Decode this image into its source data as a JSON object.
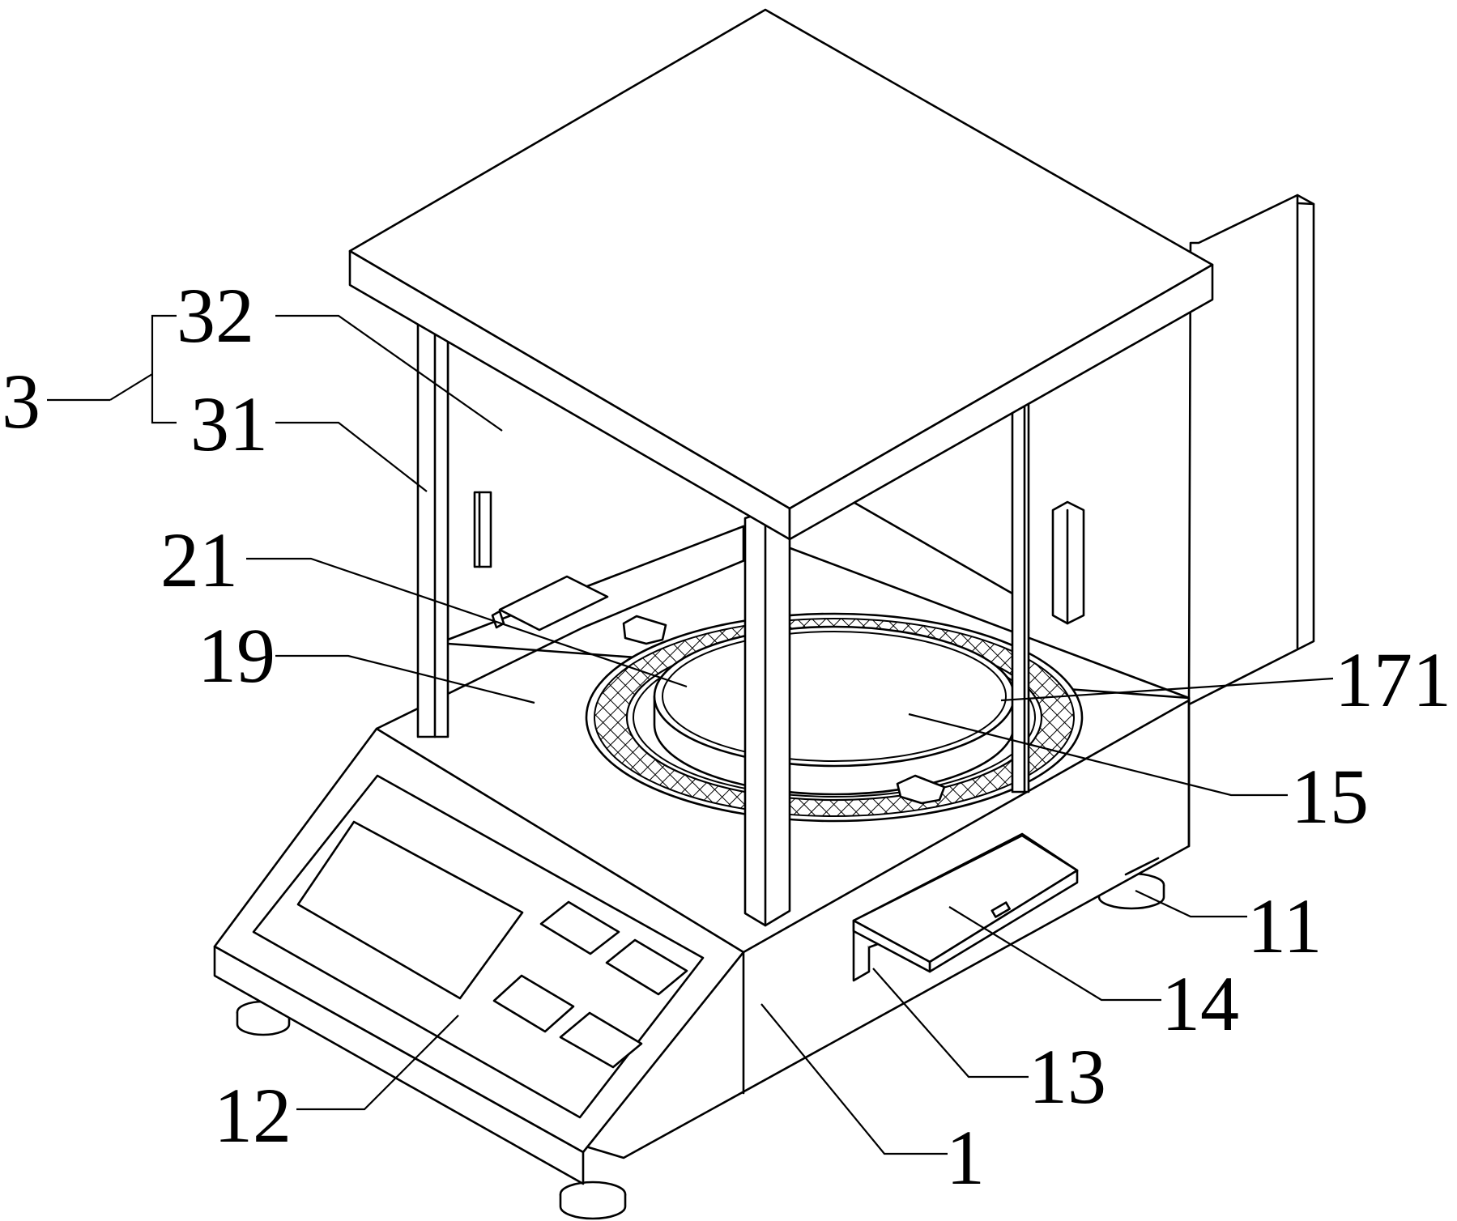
{
  "labels": {
    "assembly_3": "3",
    "part_32": "32",
    "part_31": "31",
    "part_21": "21",
    "part_19": "19",
    "part_171": "171",
    "part_15": "15",
    "part_11": "11",
    "part_14": "14",
    "part_13": "13",
    "part_12": "12",
    "part_1": "1"
  },
  "colors": {
    "line": "#000000",
    "background": "#ffffff"
  }
}
